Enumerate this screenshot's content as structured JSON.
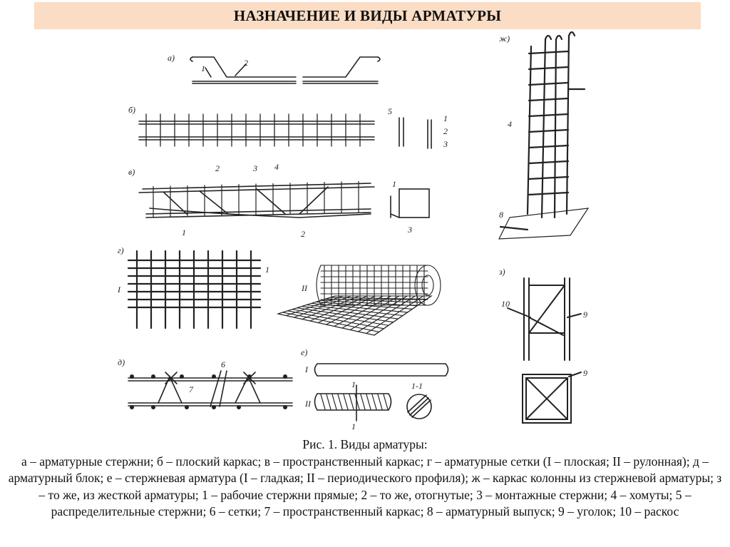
{
  "title": "НАЗНАЧЕНИЕ И ВИДЫ АРМАТУРЫ",
  "caption": {
    "heading": "Рис. 1. Виды арматуры:",
    "text": "а – арматурные стержни; б – плоский каркас; в – пространственный каркас; г – арматурные сетки (I – плоская; II – рулонная); д – арматурный блок; е – стержневая арматура (I – гладкая; II – периодического профиля); ж – каркас колонны из стержневой арматуры; з – то же, из жесткой арматуры; 1 – рабочие стержни прямые; 2 – то же, отогнутые; 3 – монтажные стержни; 4 – хомуты; 5 – распределительные стержни; 6 – сетки; 7 – пространственный каркас; 8 – арматурный выпуск; 9 – уголок; 10 – раскос"
  },
  "labels": {
    "a": "а)",
    "b": "б)",
    "v": "в)",
    "g": "г)",
    "d": "д)",
    "e": "е)",
    "zh": "ж)",
    "z": "з)",
    "n1": "1",
    "n2": "2",
    "n3": "3",
    "n4": "4",
    "n5": "5",
    "n6": "6",
    "n7": "7",
    "n8": "8",
    "n9": "9",
    "n10": "10",
    "roman1": "I",
    "roman2": "II",
    "section": "1-1"
  }
}
